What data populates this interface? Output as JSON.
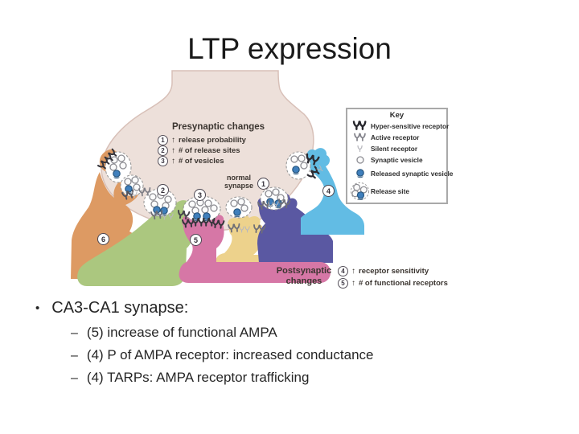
{
  "slide": {
    "title": "LTP expression"
  },
  "diagram": {
    "presynaptic": {
      "heading": "Presynaptic changes",
      "items": [
        {
          "num": "1",
          "arrow": "↑",
          "text": "release probability"
        },
        {
          "num": "2",
          "arrow": "↑",
          "text": "# of release sites"
        },
        {
          "num": "3",
          "arrow": "↑",
          "text": "# of vesicles"
        }
      ]
    },
    "postsynaptic": {
      "heading": "Postsynaptic changes",
      "items": [
        {
          "num": "4",
          "arrow": "↑",
          "text": "receptor sensitivity"
        },
        {
          "num": "5",
          "arrow": "↑",
          "text": "# of functional receptors"
        }
      ]
    },
    "normal_synapse_label": "normal synapse",
    "markers": {
      "site1": "1",
      "site2": "2",
      "site3": "3",
      "spine_blue": "4",
      "spine_pink": "5",
      "spine_orange": "6"
    },
    "key": {
      "title": "Key",
      "items": [
        {
          "icon": "hyper-sensitive-receptor-icon",
          "label": "Hyper-sensitive receptor"
        },
        {
          "icon": "active-receptor-icon",
          "label": "Active receptor"
        },
        {
          "icon": "silent-receptor-icon",
          "label": "Silent receptor"
        },
        {
          "icon": "synaptic-vesicle-icon",
          "label": "Synaptic vesicle"
        },
        {
          "icon": "released-synaptic-vesicle-icon",
          "label": "Released synaptic vesicle"
        },
        {
          "icon": "release-site-icon",
          "label": "Release site"
        }
      ]
    },
    "colors": {
      "terminal": "#EDE0DA",
      "terminal_edge": "#D8C0B8",
      "spine_orange": "#DD9A63",
      "spine_green": "#ABC77F",
      "spine_pink": "#D677A6",
      "spine_yellow": "#EDD28C",
      "spine_purple": "#5A58A2",
      "spine_blue": "#62BCE4",
      "vesicle_released": "#3F7FBC"
    }
  },
  "bullets": {
    "marker": "•",
    "main": "CA3-CA1 synapse:",
    "sub_marker": "–",
    "sub": [
      "(5) increase of functional AMPA",
      "(4) P of AMPA receptor: increased conductance",
      "(4) TARPs: AMPA receptor trafficking"
    ]
  }
}
